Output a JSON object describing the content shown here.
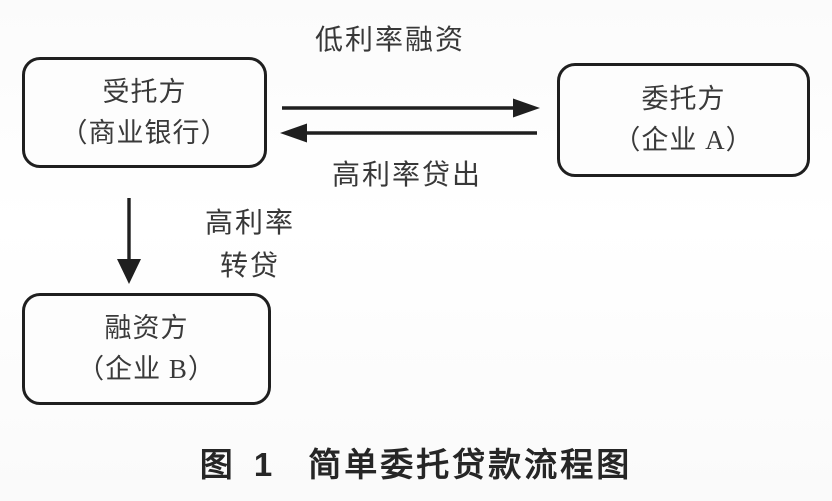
{
  "figure": {
    "caption_prefix": "图 1",
    "caption_title": "简单委托贷款流程图"
  },
  "diagram": {
    "nodes": [
      {
        "id": "trustee",
        "line1": "受托方",
        "line2": "（商业银行）"
      },
      {
        "id": "principal",
        "line1": "委托方",
        "line2": "（企业 A）"
      },
      {
        "id": "financier",
        "line1": "融资方",
        "line2": "（企业 B）"
      }
    ],
    "edges": [
      {
        "id": "low-rate-financing",
        "label": "低利率融资",
        "from": "trustee",
        "to": "principal",
        "direction": "right"
      },
      {
        "id": "high-rate-lending",
        "label": "高利率贷出",
        "from": "principal",
        "to": "trustee",
        "direction": "left"
      },
      {
        "id": "high-rate-relending",
        "label_line1": "高利率",
        "label_line2": "转贷",
        "from": "trustee",
        "to": "financier",
        "direction": "down"
      }
    ]
  },
  "colors": {
    "ink": "#1f1f1f",
    "background": "#fafafa",
    "box_fill": "#fdfdfd"
  }
}
